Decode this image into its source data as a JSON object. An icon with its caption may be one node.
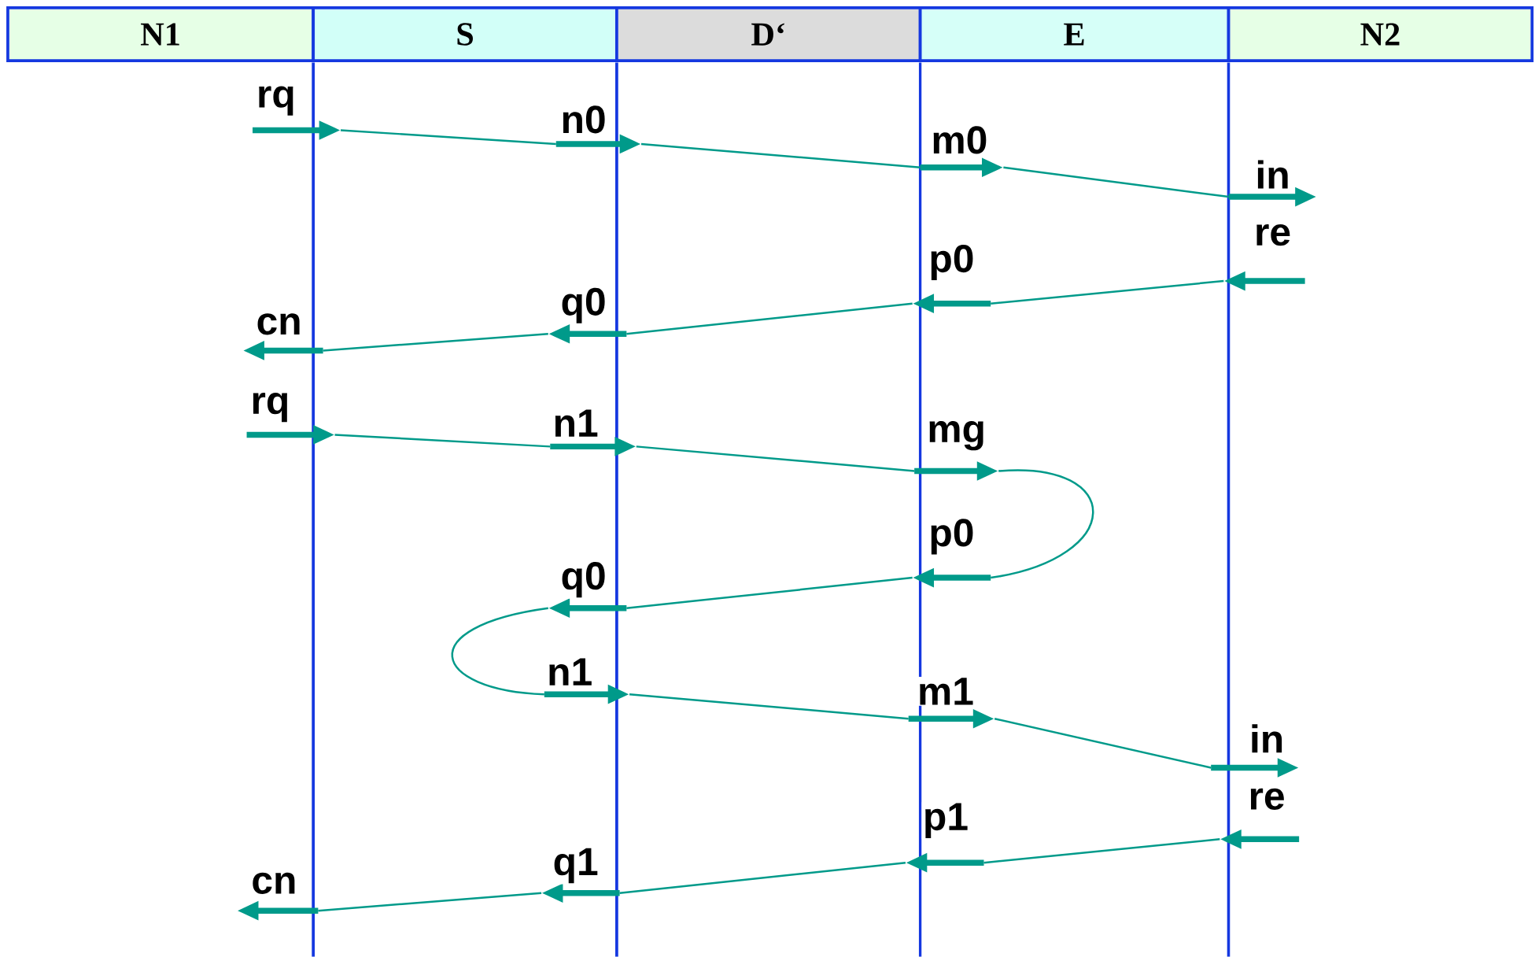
{
  "diagram": {
    "nodes": [
      {
        "text": [
          "N1"
        ]
      },
      {
        "text": [
          "S"
        ]
      },
      {
        "text": [
          "D‘"
        ]
      },
      {
        "text": [
          "E"
        ]
      },
      {
        "text": [
          "N2"
        ]
      },
      {
        "text": [],
        "shape": "bar"
      },
      {
        "text": [],
        "shape": "bar"
      },
      {
        "text": [],
        "shape": "bar"
      },
      {
        "text": [],
        "shape": "bar"
      }
    ],
    "edges": [
      {
        "from": null,
        "to": 5,
        "arrow": "to",
        "label": "rq"
      },
      {
        "from": null,
        "to": 6,
        "arrow": "to",
        "label": "n0"
      },
      {
        "from": 7,
        "to": null,
        "arrow": "to",
        "label": "m0"
      },
      {
        "from": 8,
        "to": null,
        "arrow": "to",
        "label": "in"
      },
      {
        "from": null,
        "to": 8,
        "arrow": "to",
        "label": "re"
      },
      {
        "from": null,
        "to": 7,
        "arrow": "to",
        "label": "p0"
      },
      {
        "from": 6,
        "to": null,
        "arrow": "to",
        "label": "q0"
      },
      {
        "from": 5,
        "to": null,
        "arrow": "to",
        "label": "cn"
      },
      {
        "from": null,
        "to": 5,
        "arrow": "to",
        "label": "rq"
      },
      {
        "from": null,
        "to": 6,
        "arrow": "to",
        "label": "n1"
      },
      {
        "from": 7,
        "to": null,
        "arrow": "to",
        "label": "mg"
      },
      {
        "from": null,
        "to": 7,
        "arrow": "to",
        "label": "p0"
      },
      {
        "from": 6,
        "to": null,
        "arrow": "to",
        "label": "q0"
      },
      {
        "from": null,
        "to": 6,
        "arrow": "to",
        "label": "n1"
      },
      {
        "from": 7,
        "to": null,
        "arrow": "to",
        "label": "m1"
      },
      {
        "from": 8,
        "to": null,
        "arrow": "to",
        "label": "in"
      },
      {
        "from": null,
        "to": 8,
        "arrow": "to",
        "label": "re"
      },
      {
        "from": null,
        "to": 7,
        "arrow": "to",
        "label": "p1"
      },
      {
        "from": 6,
        "to": null,
        "arrow": "to",
        "label": "q1"
      },
      {
        "from": 5,
        "to": null,
        "arrow": "to",
        "label": "cn"
      },
      {
        "from": 5,
        "to": null,
        "arrow": "none"
      },
      {
        "from": 6,
        "to": 7,
        "arrow": "none"
      },
      {
        "from": null,
        "to": 8,
        "arrow": "none"
      },
      {
        "from": 8,
        "to": null,
        "arrow": "none"
      },
      {
        "from": 7,
        "to": 6,
        "arrow": "none"
      },
      {
        "from": null,
        "to": 5,
        "arrow": "none"
      },
      {
        "from": 5,
        "to": null,
        "arrow": "none"
      },
      {
        "from": 6,
        "to": 7,
        "arrow": "none"
      },
      {
        "from": 7,
        "to": 7,
        "arrow": "none"
      },
      {
        "from": 7,
        "to": 6,
        "arrow": "none"
      },
      {
        "from": 6,
        "to": 6,
        "arrow": "none"
      },
      {
        "from": 6,
        "to": 7,
        "arrow": "none"
      },
      {
        "from": null,
        "to": 8,
        "arrow": "none"
      },
      {
        "from": 8,
        "to": null,
        "arrow": "none"
      },
      {
        "from": 7,
        "to": 6,
        "arrow": "none"
      },
      {
        "from": null,
        "to": 5,
        "arrow": "none"
      }
    ]
  }
}
